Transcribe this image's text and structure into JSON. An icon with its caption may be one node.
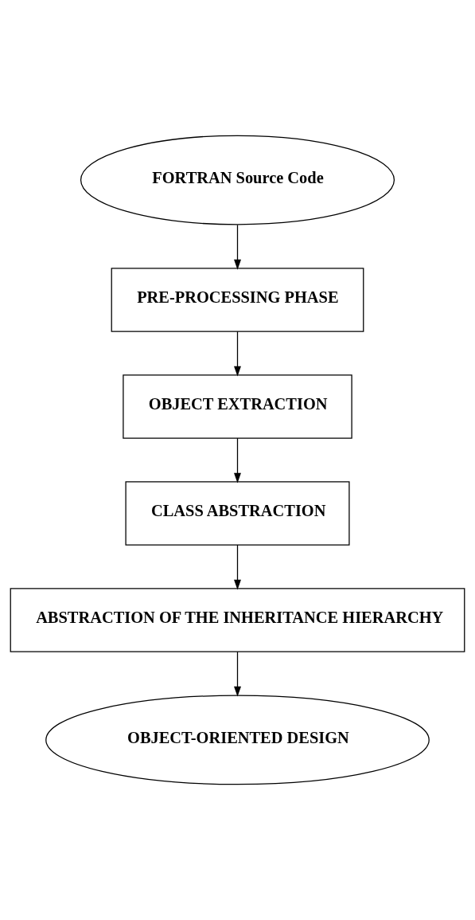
{
  "diagram": {
    "nodes": [
      {
        "text": [
          "FORTRAN Source Code"
        ]
      },
      {
        "text": [
          "PRE-PROCESSING PHASE"
        ]
      },
      {
        "text": [
          "OBJECT EXTRACTION"
        ]
      },
      {
        "text": [
          "CLASS ABSTRACTION"
        ]
      },
      {
        "text": [
          "ABSTRACTION OF THE INHERITANCE HIERARCHY"
        ]
      },
      {
        "text": [
          "OBJECT-ORIENTED DESIGN"
        ]
      }
    ],
    "edges": [
      {
        "from": 0,
        "to": 1,
        "arrow": "to"
      },
      {
        "from": 1,
        "to": 2,
        "arrow": "to"
      },
      {
        "from": 2,
        "to": 3,
        "arrow": "to"
      },
      {
        "from": 3,
        "to": 4,
        "arrow": "to"
      },
      {
        "from": 4,
        "to": 5,
        "arrow": "to"
      }
    ]
  }
}
